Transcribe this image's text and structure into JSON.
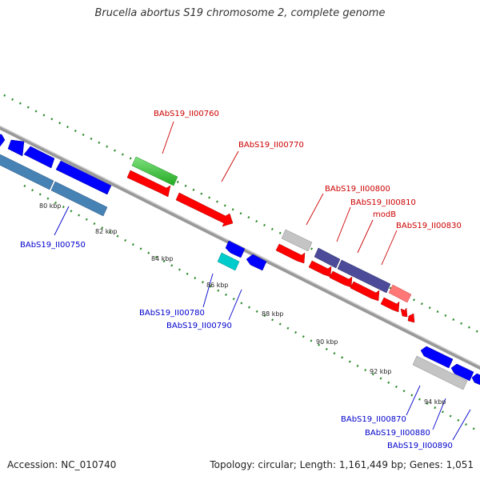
{
  "title": "Brucella abortus S19 chromosome 2, complete genome",
  "footer": {
    "accession": "Accession: NC_010740",
    "stats": "Topology: circular; Length: 1,161,449 bp; Genes: 1,051"
  },
  "colors": {
    "backbone": "#8c8c8c",
    "tick": "#2e8b2e",
    "label_forward": "#cc0000",
    "label_reverse": "#0000cc"
  },
  "ticks": [
    {
      "label": "80 kbp"
    },
    {
      "label": "82 kbp"
    },
    {
      "label": "84 kbp"
    },
    {
      "label": "86 kbp"
    },
    {
      "label": "88 kbp"
    },
    {
      "label": "90 kbp"
    },
    {
      "label": "92 kbp"
    },
    {
      "label": "94 kbp"
    }
  ],
  "gene_labels": [
    {
      "text": "BAbS19_II00760",
      "strand": "forward"
    },
    {
      "text": "BAbS19_II00770",
      "strand": "forward"
    },
    {
      "text": "BAbS19_II00800",
      "strand": "forward"
    },
    {
      "text": "BAbS19_II00810",
      "strand": "forward"
    },
    {
      "text": "modB",
      "strand": "forward"
    },
    {
      "text": "BAbS19_II00830",
      "strand": "forward"
    },
    {
      "text": "BAbS19_II00750",
      "strand": "reverse"
    },
    {
      "text": "BAbS19_II00780",
      "strand": "reverse"
    },
    {
      "text": "BAbS19_II00790",
      "strand": "reverse"
    },
    {
      "text": "BAbS19_II00870",
      "strand": "reverse"
    },
    {
      "text": "BAbS19_II00880",
      "strand": "reverse"
    },
    {
      "text": "BAbS19_II00890",
      "strand": "reverse"
    }
  ],
  "gene_colors": {
    "forward_cds": "#ff0000",
    "reverse_cds": "#0000ff",
    "green": "#33cc33",
    "steelblue": "#4682b4",
    "cyan": "#00cccc",
    "grey": "#bbbbbb",
    "slate": "#4b4b99",
    "pink": "#ff7777"
  }
}
